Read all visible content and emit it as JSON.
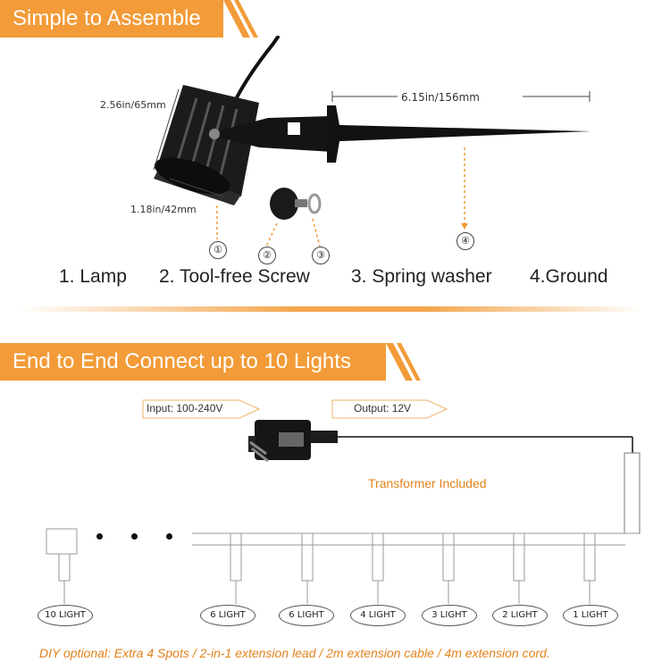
{
  "sections": {
    "assemble_title": "Simple to Assemble",
    "connect_title": "End to End Connect up to 10 Lights"
  },
  "dimensions": {
    "height": "2.56in/65mm",
    "width": "1.18in/42mm",
    "stake_length": "6.15in/156mm"
  },
  "callouts": [
    "①",
    "②",
    "③",
    "④"
  ],
  "parts": [
    "1. Lamp",
    "2. Tool-free Screw",
    "3. Spring washer",
    "4.Ground"
  ],
  "power": {
    "input": "Input: 100-240V",
    "output": "Output: 12V",
    "transformer": "Transformer Included"
  },
  "lights": [
    "10 LIGHT",
    "6 LIGHT",
    "6 LIGHT",
    "4 LIGHT",
    "3 LIGHT",
    "2 LIGHT",
    "1 LIGHT"
  ],
  "diy_note": "DIY optional:  Extra 4 Spots / 2-in-1 extension lead / 2m extension cable / 4m extension cord.",
  "colors": {
    "accent": "#f29b38",
    "accent_text": "#e3821c"
  }
}
